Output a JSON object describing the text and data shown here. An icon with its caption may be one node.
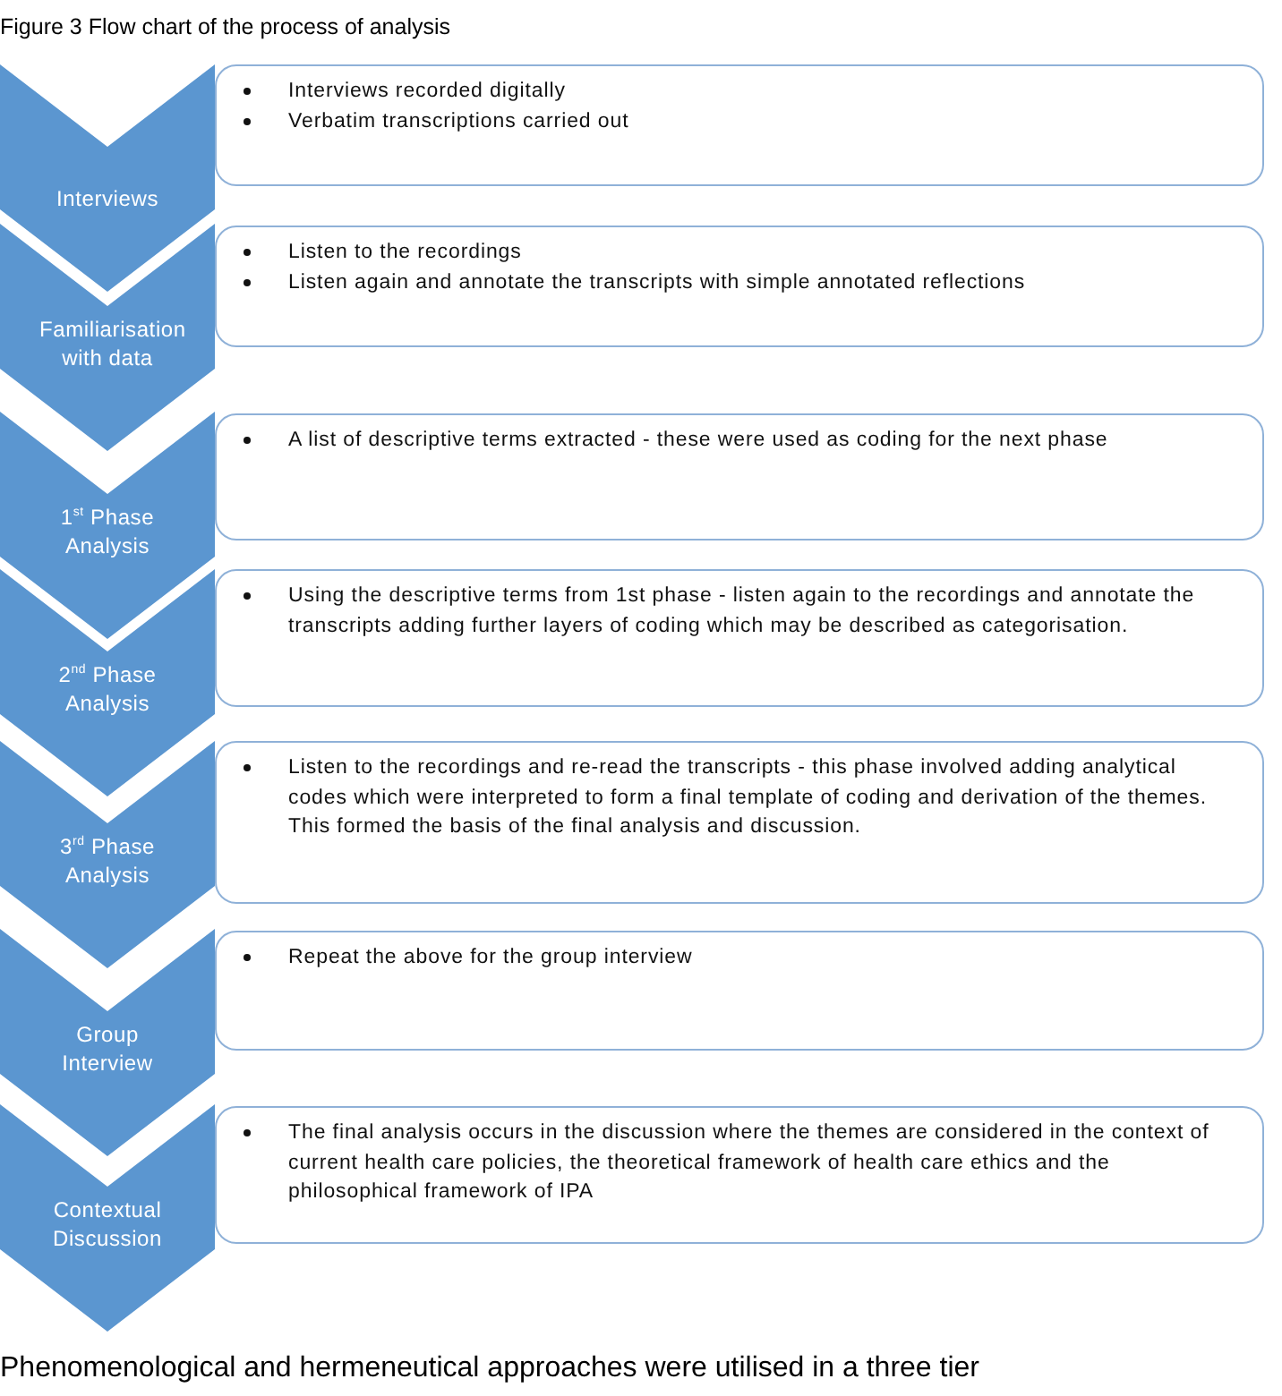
{
  "diagram": {
    "title": "Figure 3 Flow chart of the process of analysis",
    "nodes": [
      {
        "text": [
          "Interviews"
        ]
      },
      {
        "text": [
          "Interviews recorded digitally",
          "Verbatim transcriptions carried out"
        ]
      },
      {
        "text": [
          "Familiarisation with data"
        ]
      },
      {
        "text": [
          "Listen to the recordings",
          "Listen again and annotate the transcripts with simple annotated reflections"
        ]
      },
      {
        "text": [
          "1$^{st}$ Phase Analysis"
        ]
      },
      {
        "text": [
          "A list of descriptive terms extracted - these were used as coding for the next phase"
        ]
      },
      {
        "text": [
          "2$^{nd}$ Phase Analysis"
        ]
      },
      {
        "text": [
          "Using the descriptive terms from 1st phase - listen again to the recordings and annotate the transcripts adding further layers of coding which may be described as categorisation."
        ]
      },
      {
        "text": [
          "3$^{rd}$ Phase Analysis"
        ]
      },
      {
        "text": [
          "Listen to the recordings and re-read the transcripts - this phase involved adding analytical codes which were interpreted to form a final template of coding and derivation of the themes.  This formed the basis of the final analysis and discussion."
        ]
      },
      {
        "text": [
          "Group Interview"
        ]
      },
      {
        "text": [
          "Repeat the above for the group interview"
        ]
      },
      {
        "text": [
          "Contextual Discussion"
        ]
      },
      {
        "text": [
          "The final analysis occurs in the discussion where the themes are considered in the context of current health care policies, the theoretical framework of health care ethics and the philosophical framework of IPA"
        ]
      }
    ],
    "caption": "Phenomenological and hermeneutical approaches were utilised in a three tier"
  }
}
